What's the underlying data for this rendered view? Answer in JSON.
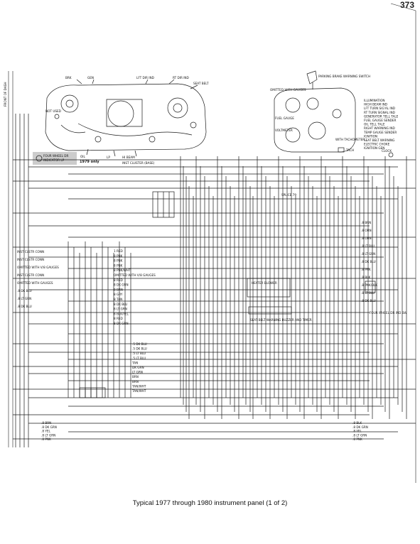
{
  "page_number": "373",
  "caption": "Typical 1977 through 1980 instrument panel (1 of 2)",
  "callouts": {
    "four_wheel_dr": "FOUR WHEEL DR",
    "indicator": "INDICATOR LP",
    "year_only": "1979 only",
    "inst_cluster": "INST CLUSTER (BASE)",
    "hi_beam": "HI BEAM",
    "parking_brake": "PARKING BRAKE WARNING SWITCH",
    "fuel_gauge": "FUEL GAUGE",
    "voltmeter": "VOLTMETER",
    "tachometer": "WITH TACHOMETER",
    "tach": "TACH",
    "clock": "CLOCK",
    "seat_belt": "SEAT BELT",
    "not_used": "NOT USED",
    "heater_blower": "HEATER BLOWER",
    "seat_belt_buzzer": "SEAT BELT WARNING BUZZER AND TIMER",
    "four_wheel_dr_ind_sw": "FOUR WHEEL DR IND SW",
    "splice": "SPLICE 79",
    "omitted_gauges": "OMITTED WITH GAUGES",
    "lft_dir_ind": "LFT DIR IND",
    "rt_dir_ind": "RT DIR IND",
    "brk": "BRK",
    "gen": "GEN",
    "oil": "OIL",
    "lp": "LP",
    "front_of_dash": "FRONT OF DASH"
  },
  "legend": [
    "ILLUMINATION",
    "HIGH BEAM IND",
    "LFT TURN SIG'AL IND",
    "RT TURN SIGNAL IND",
    "GENERATOR TELL TALE",
    "FUEL GAUGE SENDER",
    "OIL TELL TALE",
    "RIGHT WARNING IND",
    "TEMP GAUGE SENDER",
    "IGNITION",
    "SEAT BELT WARNING",
    "ELECTRIC CHOKE",
    "IGNITION GEN"
  ],
  "left_labels": [
    "INST CLSTR CONN",
    "INST CLSTR CONN",
    "OMITTED WITH V/8 GAUGES",
    "INST CLSTR CONN",
    "OMITTED WITH GAUGES",
    ".8 DK BLU",
    ".8 LT GRN",
    ".8 DK BLU"
  ],
  "mid_labels": [
    "1 RED",
    "8 PNK",
    "8 PNK",
    "8 PNK",
    "8 PNK/WHT",
    "OMITTED WITH V/8 GAUGES",
    "8 RED",
    "8 DK GRN",
    "8 BRN",
    "8 GRY",
    "8 TAN",
    "8 DK BLU",
    "8 LT GRN",
    "8 BLK/YEL",
    "8 RED",
    "8 DK GRN"
  ],
  "bottom_mid_labels": [
    ".5 DK BLU",
    ".5 DK BLU",
    ".5 LT BLU",
    ".5 LT BLU",
    "TAN",
    "DK GRN",
    "LT GRN",
    "BRN",
    "BRN",
    "TAN/WHT",
    "TAN/WHT"
  ],
  "right_labels": [
    ".8 BRN",
    ".8 ORN",
    ".8 ORN",
    ".8 LT BLU",
    ".8 LT GRN",
    ".8 DK BLU",
    ".8 PNK",
    ".8 BLK",
    ".8 PNK/BLK",
    ".8 LT BLU",
    ".8 DK BLU"
  ],
  "bottom_left_labels": [
    ".8 BRN",
    ".8 DK GRN",
    ".8 YEL",
    ".8 LT GRN",
    ".8 PNK"
  ],
  "bottom_right_labels": [
    ".8 BLK",
    ".8 DK GRN",
    ".8 YEL",
    ".8 LT GRN",
    ".8 PNK"
  ]
}
